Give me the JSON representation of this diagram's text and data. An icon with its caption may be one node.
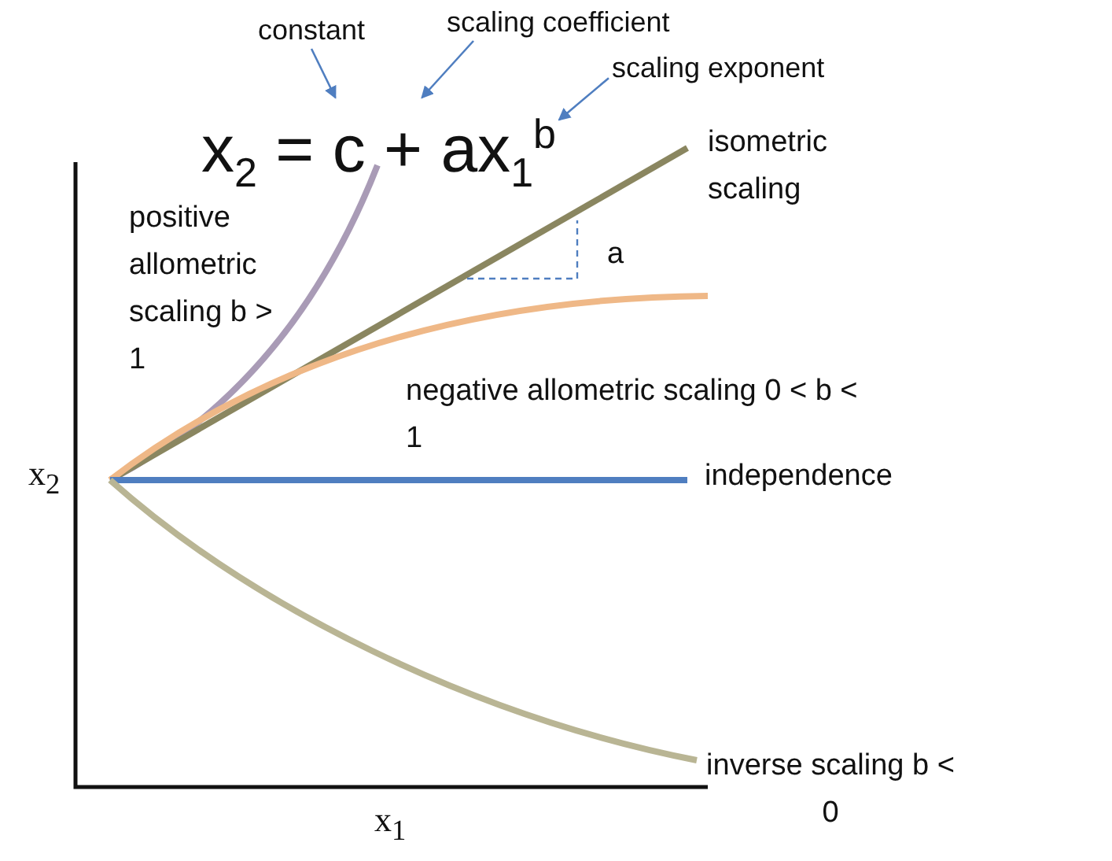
{
  "diagram": {
    "nodes": [
      {
        "text": [
          "constant"
        ]
      },
      {
        "text": [
          "scaling coefficient"
        ]
      },
      {
        "text": [
          "scaling exponent"
        ]
      },
      {
        "text": [
          "x$_{2}$ = c + ax$_{1}$$^{b}$"
        ]
      }
    ],
    "edges": [
      {
        "from": 0,
        "to": 3,
        "arrow": "to"
      },
      {
        "from": 1,
        "to": 3,
        "arrow": "to"
      },
      {
        "from": 2,
        "to": 3,
        "arrow": "to"
      }
    ],
    "labels": [
      "isometric scaling",
      "positive allometric scaling b > 1",
      "a",
      "negative allometric scaling 0 < b < 1",
      "x$_{2}$",
      "independence",
      "inverse scaling b < 0",
      "x$_{1}$"
    ]
  }
}
